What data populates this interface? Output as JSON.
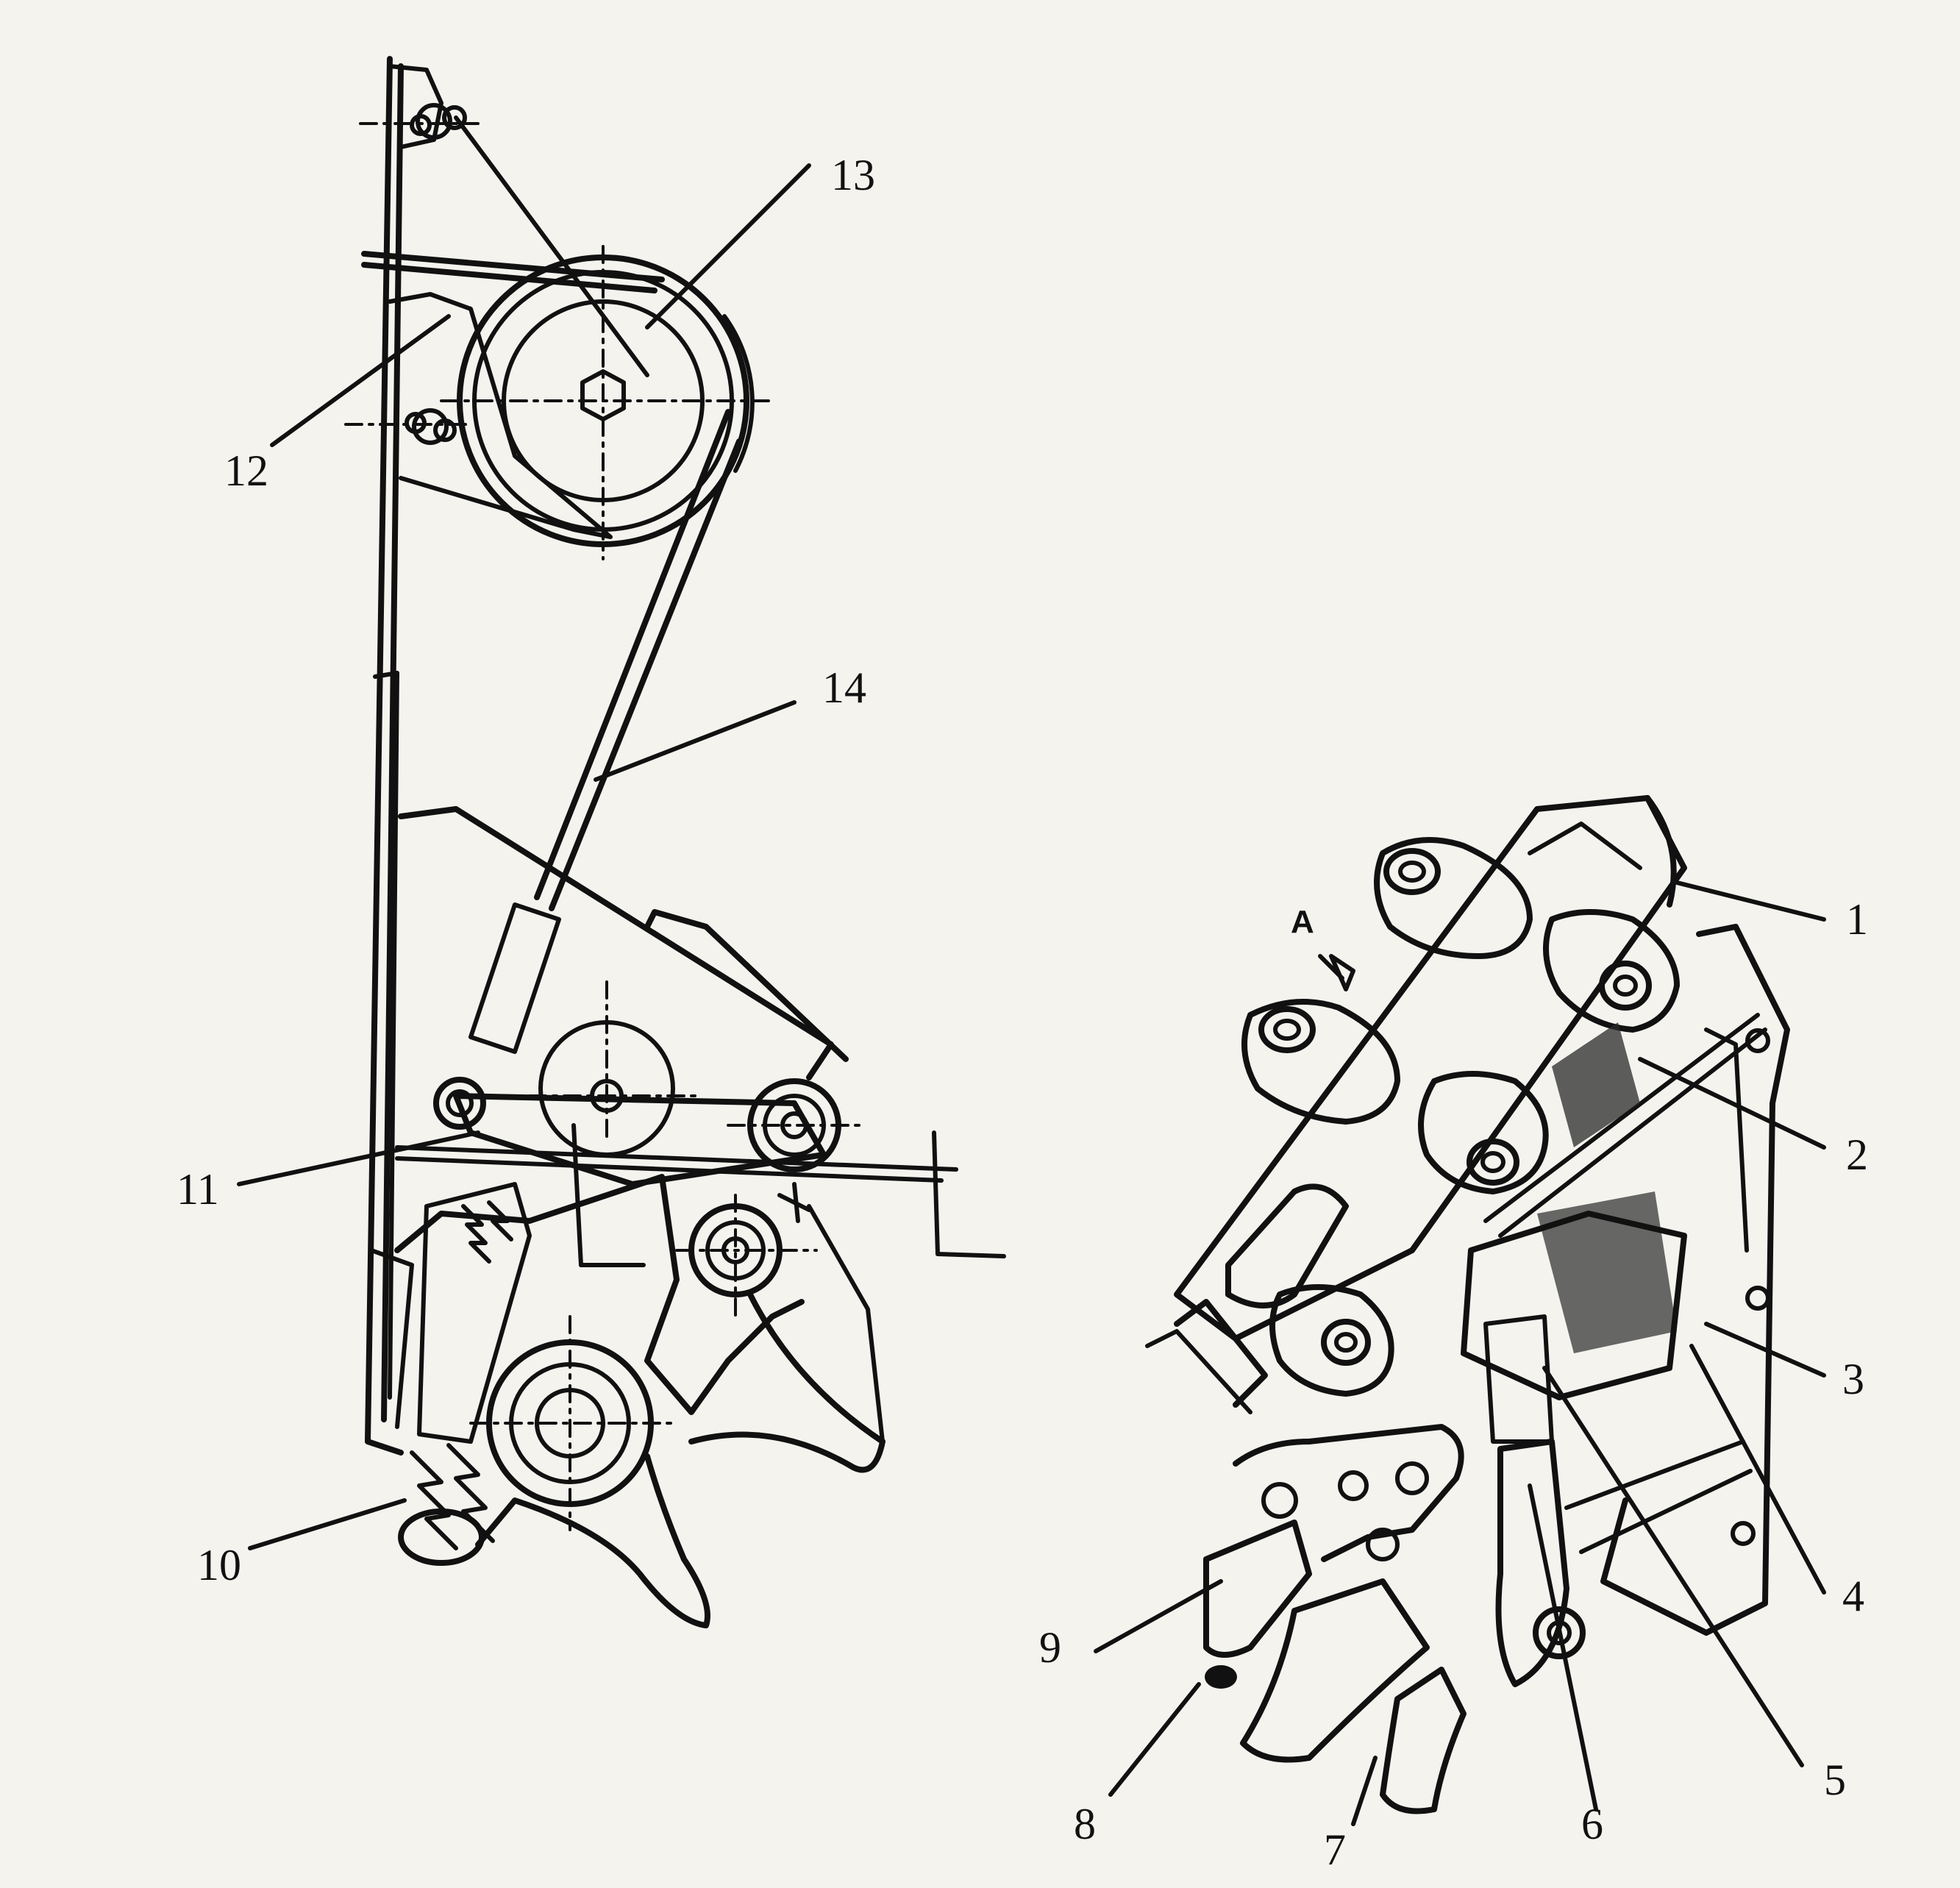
{
  "view_label": "A",
  "labels": {
    "1": "1",
    "2": "2",
    "3": "3",
    "4": "4",
    "5": "5",
    "6": "6",
    "7": "7",
    "8": "8",
    "9": "9",
    "10": "10",
    "11": "11",
    "12": "12",
    "13": "13",
    "14": "14"
  }
}
